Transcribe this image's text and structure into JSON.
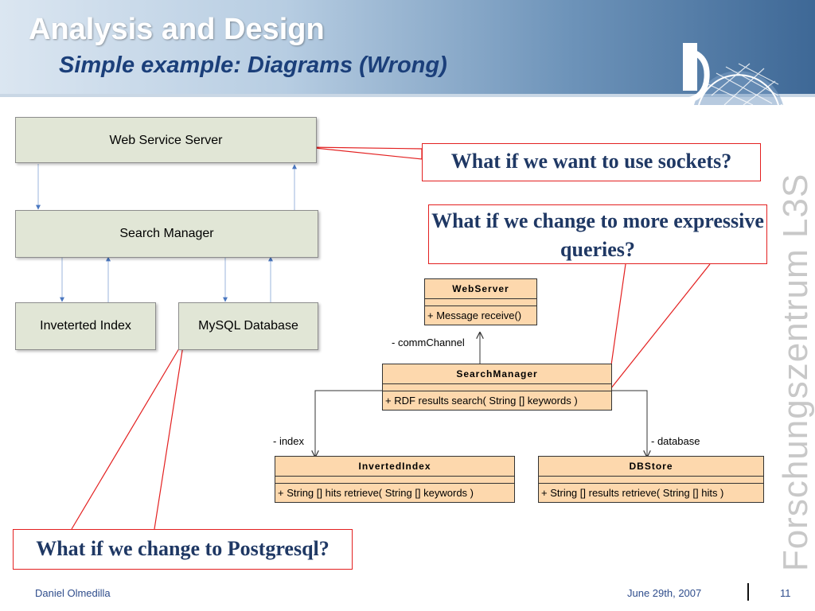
{
  "header": {
    "title": "Analysis and Design",
    "subtitle": "Simple example: Diagrams (Wrong)"
  },
  "branding": {
    "vertical_text": "Forschungszentrum L3S",
    "logo_icon": "l3s-dome-logo"
  },
  "architecture": {
    "web_service_server": "Web Service Server",
    "search_manager": "Search Manager",
    "inverted_index": "Inveterted Index",
    "mysql_database": "MySQL Database"
  },
  "uml": {
    "webserver": {
      "name": "WebServer",
      "operation": "+ Message receive()"
    },
    "searchmanager": {
      "name": "SearchManager",
      "operation": "+ RDF results search( String [] keywords )"
    },
    "invertedindex": {
      "name": "InvertedIndex",
      "operation": "+ String [] hits retrieve( String [] keywords )"
    },
    "dbstore": {
      "name": "DBStore",
      "operation": "+ String [] results retrieve( String [] hits )"
    },
    "roles": {
      "comm_channel": "- commChannel",
      "index": "- index",
      "database": "- database"
    }
  },
  "callouts": {
    "sockets": "What if we want to use sockets?",
    "queries": "What if we change to more expressive queries?",
    "postgresql": "What if we change to Postgresql?"
  },
  "footer": {
    "author": "Daniel Olmedilla",
    "date": "June 29th, 2007",
    "page": "11"
  },
  "colors": {
    "callout_border": "#e32020",
    "callout_text": "#1f3864",
    "arrow_blue": "#4a77c0",
    "layer_fill": "#e1e6d6",
    "uml_fill": "#fdd8ad"
  }
}
